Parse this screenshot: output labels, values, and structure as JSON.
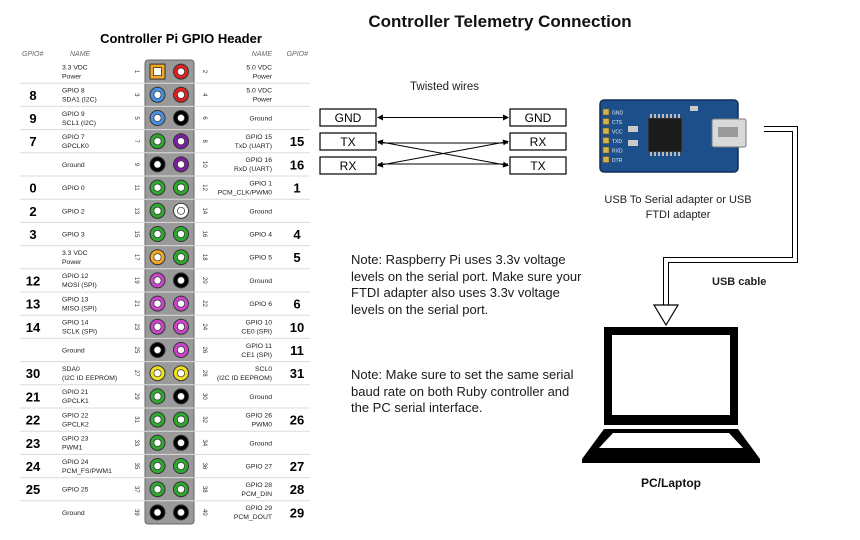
{
  "title": "Controller Telemetry Connection",
  "gpio_header": {
    "title": "Controller Pi GPIO Header",
    "col_gpio_left": "GPIO#",
    "col_name_left": "NAME",
    "col_name_right": "NAME",
    "col_gpio_right": "GPIO#",
    "pin_colors": {
      "power33": "#f5a623",
      "power5": "#e02020",
      "i2c": "#4a90e2",
      "ground": "#000000",
      "gpio": "#2ea82e",
      "uart": "#7b1fa2",
      "spi": "#cc44cc",
      "eeprom": "#f2e21b",
      "dnc": "#ffffff"
    },
    "rows": [
      {
        "lg": "",
        "ln": [
          "3.3 VDC",
          "Power"
        ],
        "lp": "1",
        "lc": "power33",
        "rc": "power5",
        "rp": "2",
        "rn": [
          "5.0 VDC",
          "Power"
        ],
        "rg": ""
      },
      {
        "lg": "8",
        "ln": [
          "GPIO 8",
          "SDA1 (I2C)"
        ],
        "lp": "3",
        "lc": "i2c",
        "rc": "power5",
        "rp": "4",
        "rn": [
          "5.0 VDC",
          "Power"
        ],
        "rg": ""
      },
      {
        "lg": "9",
        "ln": [
          "GPIO 9",
          "SCL1 (I2C)"
        ],
        "lp": "5",
        "lc": "i2c",
        "rc": "ground",
        "rp": "6",
        "rn": [
          "Ground"
        ],
        "rg": ""
      },
      {
        "lg": "7",
        "ln": [
          "GPIO 7",
          "GPCLK0"
        ],
        "lp": "7",
        "lc": "gpio",
        "rc": "uart",
        "rp": "8",
        "rn": [
          "GPIO 15",
          "TxD (UART)"
        ],
        "rg": "15"
      },
      {
        "lg": "",
        "ln": [
          "Ground"
        ],
        "lp": "9",
        "lc": "ground",
        "rc": "uart",
        "rp": "10",
        "rn": [
          "GPIO 16",
          "RxD (UART)"
        ],
        "rg": "16"
      },
      {
        "lg": "0",
        "ln": [
          "GPIO 0"
        ],
        "lp": "11",
        "lc": "gpio",
        "rc": "gpio",
        "rp": "12",
        "rn": [
          "GPIO 1",
          "PCM_CLK/PWM0"
        ],
        "rg": "1"
      },
      {
        "lg": "2",
        "ln": [
          "GPIO 2"
        ],
        "lp": "13",
        "lc": "gpio",
        "rc": "dnc",
        "rp": "14",
        "rn": [
          "Ground"
        ],
        "rg": ""
      },
      {
        "lg": "3",
        "ln": [
          "GPIO 3"
        ],
        "lp": "15",
        "lc": "gpio",
        "rc": "gpio",
        "rp": "16",
        "rn": [
          "GPIO 4"
        ],
        "rg": "4"
      },
      {
        "lg": "",
        "ln": [
          "3.3 VDC",
          "Power"
        ],
        "lp": "17",
        "lc": "power33",
        "rc": "gpio",
        "rp": "18",
        "rn": [
          "GPIO 5"
        ],
        "rg": "5"
      },
      {
        "lg": "12",
        "ln": [
          "GPIO 12",
          "MOSI (SPI)"
        ],
        "lp": "19",
        "lc": "spi",
        "rc": "ground",
        "rp": "20",
        "rn": [
          "Ground"
        ],
        "rg": ""
      },
      {
        "lg": "13",
        "ln": [
          "GPIO 13",
          "MISO (SPI)"
        ],
        "lp": "21",
        "lc": "spi",
        "rc": "spi",
        "rp": "22",
        "rn": [
          "GPIO 6"
        ],
        "rg": "6"
      },
      {
        "lg": "14",
        "ln": [
          "GPIO 14",
          "SCLK (SPI)"
        ],
        "lp": "23",
        "lc": "spi",
        "rc": "spi",
        "rp": "24",
        "rn": [
          "GPIO 10",
          "CE0 (SPI)"
        ],
        "rg": "10"
      },
      {
        "lg": "",
        "ln": [
          "Ground"
        ],
        "lp": "25",
        "lc": "ground",
        "rc": "spi",
        "rp": "26",
        "rn": [
          "GPIO 11",
          "CE1 (SPI)"
        ],
        "rg": "11"
      },
      {
        "lg": "30",
        "ln": [
          "SDA0",
          "(I2C ID EEPROM)"
        ],
        "lp": "27",
        "lc": "eeprom",
        "rc": "eeprom",
        "rp": "28",
        "rn": [
          "SCL0",
          "(I2C ID EEPROM)"
        ],
        "rg": "31"
      },
      {
        "lg": "21",
        "ln": [
          "GPIO 21",
          "GPCLK1"
        ],
        "lp": "29",
        "lc": "gpio",
        "rc": "ground",
        "rp": "30",
        "rn": [
          "Ground"
        ],
        "rg": ""
      },
      {
        "lg": "22",
        "ln": [
          "GPIO 22",
          "GPCLK2"
        ],
        "lp": "31",
        "lc": "gpio",
        "rc": "gpio",
        "rp": "32",
        "rn": [
          "GPIO 26",
          "PWM0"
        ],
        "rg": "26"
      },
      {
        "lg": "23",
        "ln": [
          "GPIO 23",
          "PWM1"
        ],
        "lp": "33",
        "lc": "gpio",
        "rc": "ground",
        "rp": "34",
        "rn": [
          "Ground"
        ],
        "rg": ""
      },
      {
        "lg": "24",
        "ln": [
          "GPIO 24",
          "PCM_FS/PWM1"
        ],
        "lp": "35",
        "lc": "gpio",
        "rc": "gpio",
        "rp": "36",
        "rn": [
          "GPIO 27"
        ],
        "rg": "27"
      },
      {
        "lg": "25",
        "ln": [
          "GPIO 25"
        ],
        "lp": "37",
        "lc": "gpio",
        "rc": "gpio",
        "rp": "38",
        "rn": [
          "GPIO 28",
          "PCM_DIN"
        ],
        "rg": "28"
      },
      {
        "lg": "",
        "ln": [
          "Ground"
        ],
        "lp": "39",
        "lc": "ground",
        "rc": "ground",
        "rp": "40",
        "rn": [
          "GPIO 29",
          "PCM_DOUT"
        ],
        "rg": "29"
      }
    ]
  },
  "wiring": {
    "twisted_label": "Twisted wires",
    "left_boxes": [
      "GND",
      "TX",
      "RX"
    ],
    "right_boxes": [
      "GND",
      "RX",
      "TX"
    ]
  },
  "adapter": {
    "caption": "USB To Serial adapter or USB FTDI adapter",
    "board_pins": [
      "GND",
      "CTS",
      "VCC",
      "TXD",
      "RXD",
      "DTR"
    ],
    "board_color": "#1d4f8a"
  },
  "usb_cable_label": "USB cable",
  "pc": {
    "caption": "PC/Laptop"
  },
  "notes": [
    "Note: Raspberry Pi uses 3.3v voltage levels on the serial port. Make sure your FTDI adapter also uses 3.3v voltage levels on the serial port.",
    "Note: Make sure to set the same serial baud rate on both Ruby controller and the PC serial interface."
  ]
}
